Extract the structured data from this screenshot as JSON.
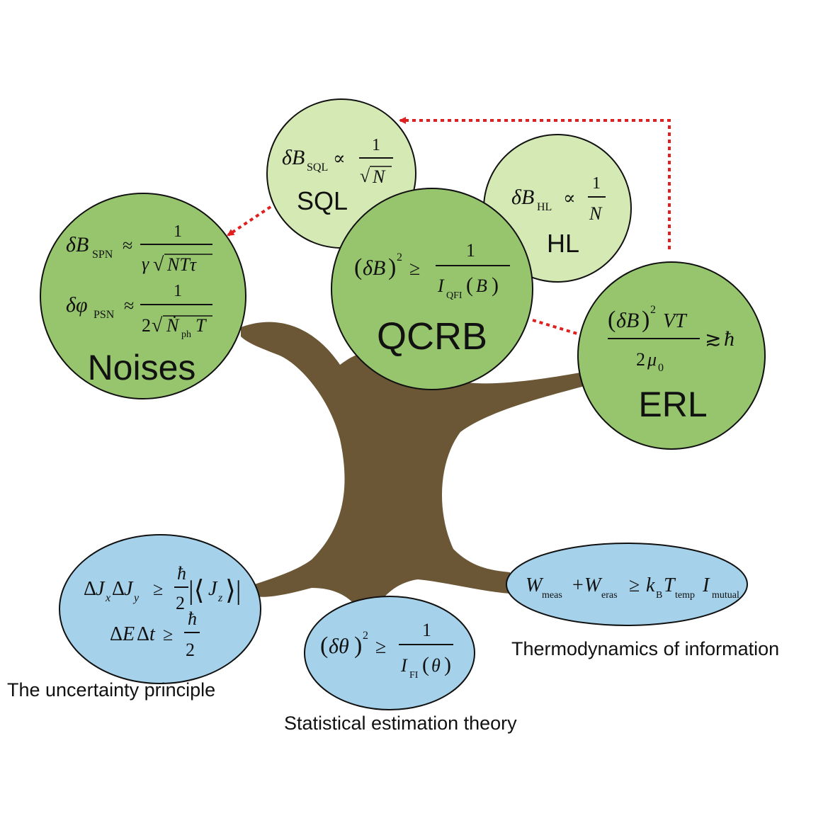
{
  "nodes": {
    "sql": {
      "label": "SQL",
      "formula": "δB_SQL ∝ 1/√N"
    },
    "hl": {
      "label": "HL",
      "formula": "δB_HL ∝ 1/N"
    },
    "qcrb": {
      "label": "QCRB",
      "formula": "(δB)² ≥ 1/I_QFI(B)"
    },
    "noises": {
      "label": "Noises",
      "formula_spn": "δB_SPN ≈ 1/(γ√(NTτ))",
      "formula_psn": "δφ_PSN ≈ 1/(2√(Ṅ_ph T))"
    },
    "erl": {
      "label": "ERL",
      "formula": "(δB)² VT / 2μ₀ ≳ ħ"
    }
  },
  "roots": {
    "uncertainty": {
      "caption": "The uncertainty principle",
      "formula1": "ΔJx ΔJy ≥ ħ/2 |⟨Jz⟩|",
      "formula2": "ΔE Δt ≥ ħ/2"
    },
    "statistical": {
      "caption": "Statistical estimation theory",
      "formula": "(δθ)² ≥ 1/I_FI(θ)"
    },
    "thermo": {
      "caption": "Thermodynamics of information",
      "formula": "W_meas + W_eras ≥ k_B T_temp I_mutual"
    }
  },
  "colors": {
    "trunk": "#6b5636",
    "leaf_dark": "#97c56e",
    "leaf_light": "#d5e9b5",
    "root_blue": "#a5d2ea",
    "arrow_red": "#e02020"
  }
}
